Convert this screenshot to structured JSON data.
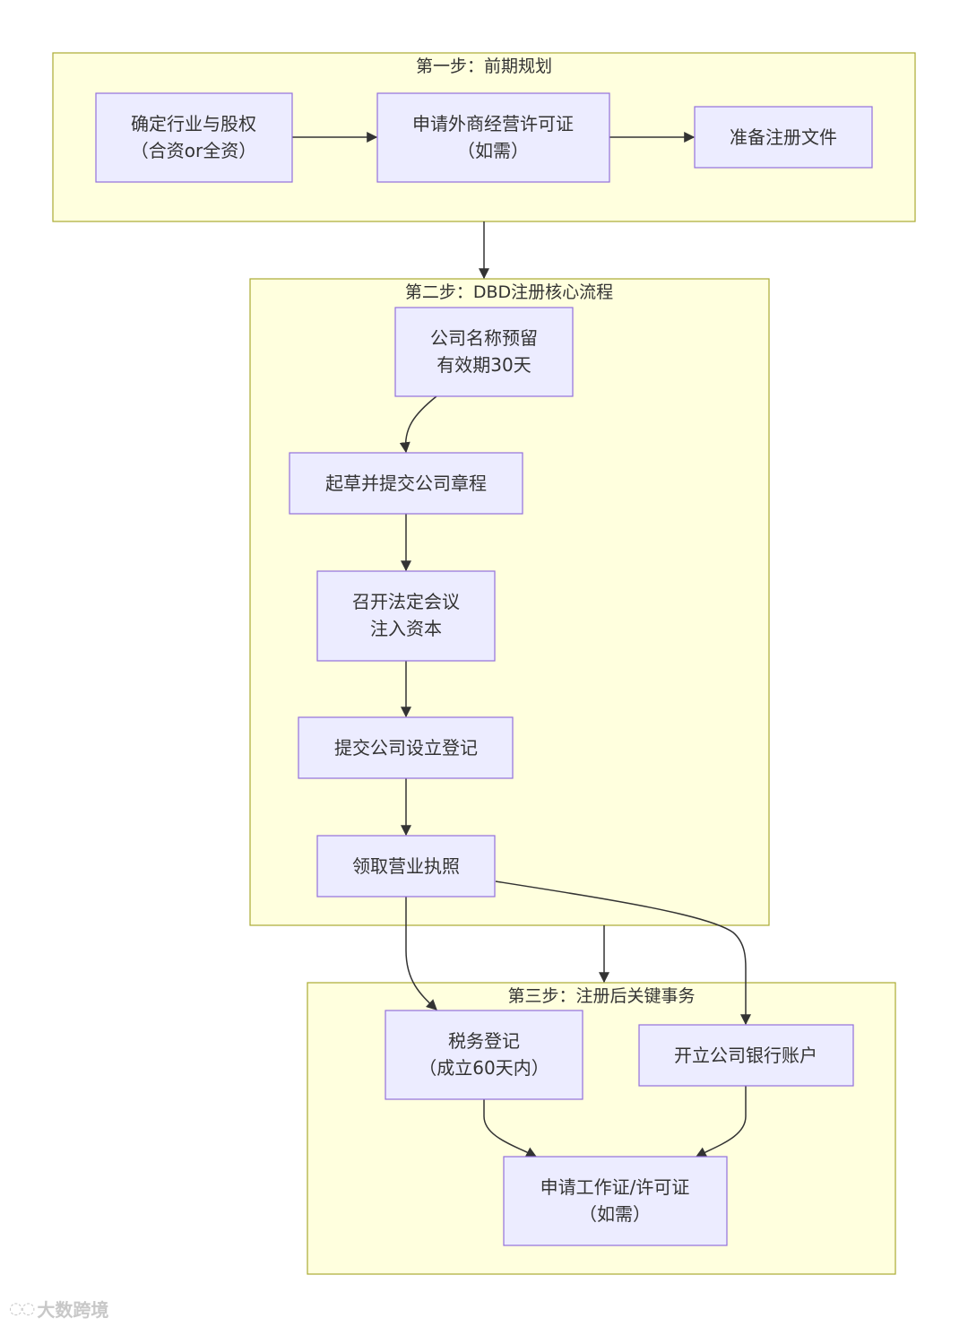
{
  "diagram": {
    "clusters": {
      "step1": {
        "title": "第一步：前期规划"
      },
      "step2": {
        "title": "第二步：DBD注册核心流程"
      },
      "step3": {
        "title": "第三步：注册后关键事务"
      }
    },
    "nodes": {
      "industry": {
        "lines": [
          "确定行业与股权",
          "（合资or全资）"
        ]
      },
      "fbl": {
        "lines": [
          "申请外商经营许可证",
          "（如需）"
        ]
      },
      "docs": {
        "lines": [
          "准备注册文件"
        ]
      },
      "name": {
        "lines": [
          "公司名称预留",
          "有效期30天"
        ]
      },
      "moa": {
        "lines": [
          "起草并提交公司章程"
        ]
      },
      "meeting": {
        "lines": [
          "召开法定会议",
          "注入资本"
        ]
      },
      "register": {
        "lines": [
          "提交公司设立登记"
        ]
      },
      "license": {
        "lines": [
          "领取营业执照"
        ]
      },
      "tax": {
        "lines": [
          "税务登记",
          "（成立60天内）"
        ]
      },
      "bank": {
        "lines": [
          "开立公司银行账户"
        ]
      },
      "workpermit": {
        "lines": [
          "申请工作证/许可证",
          "（如需）"
        ]
      }
    }
  },
  "watermark": {
    "text": "大数跨境"
  }
}
